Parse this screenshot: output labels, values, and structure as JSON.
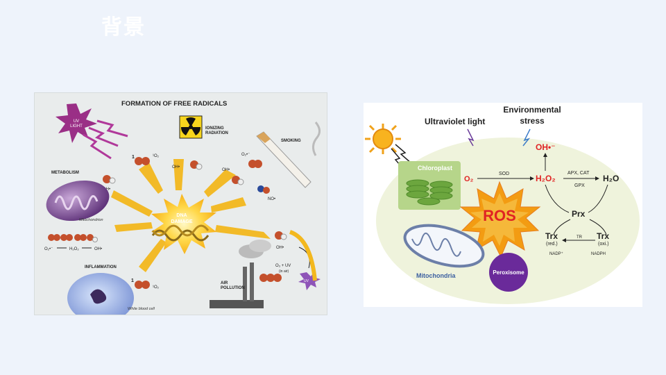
{
  "slide": {
    "title": "背景"
  },
  "left_figure": {
    "title": "FORMATION OF FREE RADICALS",
    "uv_light": [
      "UV",
      "LIGHT"
    ],
    "ionizing_radiation": [
      "IONIZING",
      "RADIATION"
    ],
    "smoking": "SMOKING",
    "metabolism": "METABOLISM",
    "mitochondrion": "Mitochondrion",
    "inflammation": "INFLAMMATION",
    "white_blood_cell": "White blood cell",
    "air_pollution": [
      "AIR",
      "POLLUTION"
    ],
    "dna_damage": [
      "DNA",
      "DAMAGE"
    ],
    "singlet_oxygen": "¹O₂",
    "singlet_oxygen_num": "1",
    "hydroxyl": "OH•",
    "superoxide": "O₂•⁻",
    "nitric_oxide": "NO•",
    "h2o2": "H₂O₂",
    "ozone_uv": "O₃ + UV",
    "in_air": "(in air)",
    "uv_small": "UV"
  },
  "right_figure": {
    "ultraviolet_light": "Ultraviolet light",
    "environmental_stress": [
      "Environmental",
      "stress"
    ],
    "chloroplast": "Chloroplast",
    "o2": "O₂",
    "sod": "SOD",
    "h2o2": "H₂O₂",
    "oh_radical": "OH•⁻",
    "apx_cat": "APX, CAT",
    "gpx": "GPX",
    "h2o": "H₂O",
    "prx": "Prx",
    "ros": "ROS",
    "trx_red": "Trx",
    "trx_red_sub": "(red.)",
    "trx_oxi": "Trx",
    "trx_oxi_sub": "(oxi.)",
    "tr": "TR",
    "nadp_plus": "NADP⁺",
    "nadph": "NADPH",
    "mitochondria": "Mitochondria",
    "peroxisome": "Peroxisome"
  }
}
